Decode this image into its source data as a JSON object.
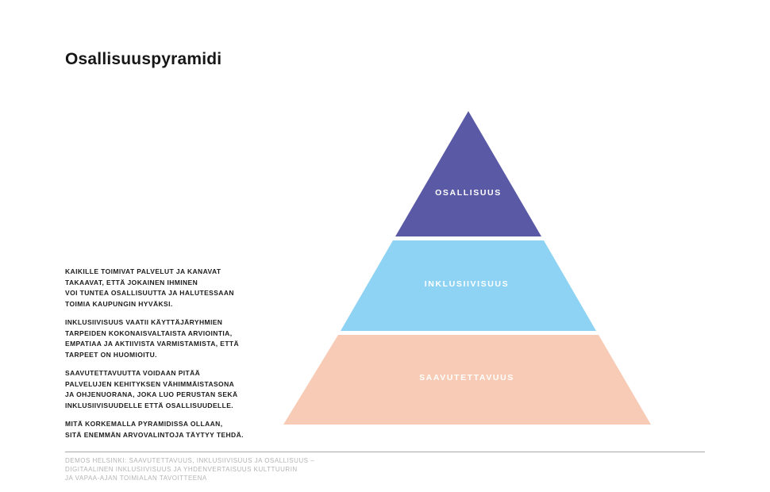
{
  "page": {
    "title": "Osallisuuspyramidi"
  },
  "pyramid": {
    "levels": [
      {
        "label": "OSALLISUUS",
        "color": "#5a59a5"
      },
      {
        "label": "INKLUSIIVISUUS",
        "color": "#8ed3f3"
      },
      {
        "label": "SAAVUTETTAVUUS",
        "color": "#f7cbb5"
      }
    ]
  },
  "left_text": {
    "paragraphs": [
      "KAIKILLE TOIMIVAT PALVELUT JA KANAVAT\nTAKAAVAT, ETTÄ JOKAINEN IHMINEN\nVOI TUNTEA OSALLISUUTTA JA HALUTESSAAN\nTOIMIA KAUPUNGIN HYVÄKSI.",
      "INKLUSIIVISUUS VAATII KÄYTTÄJÄRYHMIEN\nTARPEIDEN KOKONAISVALTAISTA ARVIOINTIA,\nEMPATIAA JA AKTIIVISTA VARMISTAMISTA, ETTÄ\nTARPEET ON HUOMIOITU.",
      "SAAVUTETTAVUUTTA VOIDAAN PITÄÄ\nPALVELUJEN KEHITYKSEN VÄHIMMÄISTASONA\nJA OHJENUORANA, JOKA LUO PERUSTAN SEKÄ\nINKLUSIIVISUUDELLE ETTÄ OSALLISUUDELLE.",
      "MITÄ KORKEMALLA PYRAMIDISSA OLLAAN,\nSITÄ ENEMMÄN ARVOVALINTOJA TÄYTYY TEHDÄ."
    ]
  },
  "footer": {
    "source": "DEMOS HELSINKI: SAAVUTETTAVUUS, INKLUSIIVISUUS JA OSALLISUUS –\nDIGITAALINEN INKLUSIIVISUUS JA YHDENVERTAISUUS KULTTUURIN\nJA VAPAA-AJAN TOIMIALAN TAVOITTEENA"
  }
}
